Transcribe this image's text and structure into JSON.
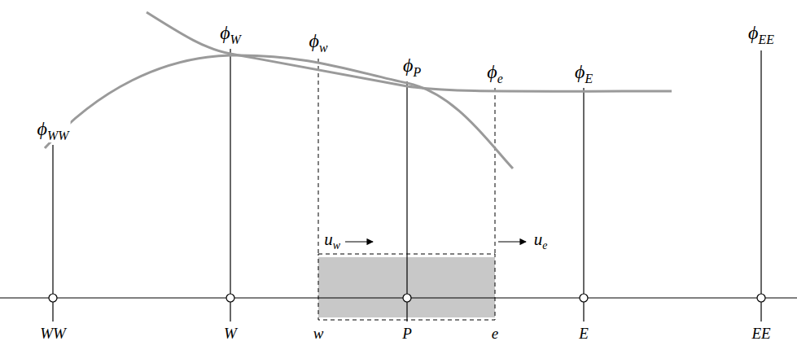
{
  "diagram": {
    "labels": [
      "ϕWW",
      "ϕW",
      "ϕw",
      "ϕP",
      "ϕe",
      "ϕE",
      "ϕEE",
      "uw",
      "ue",
      "WW",
      "W",
      "w",
      "P",
      "e",
      "E",
      "EE"
    ]
  }
}
